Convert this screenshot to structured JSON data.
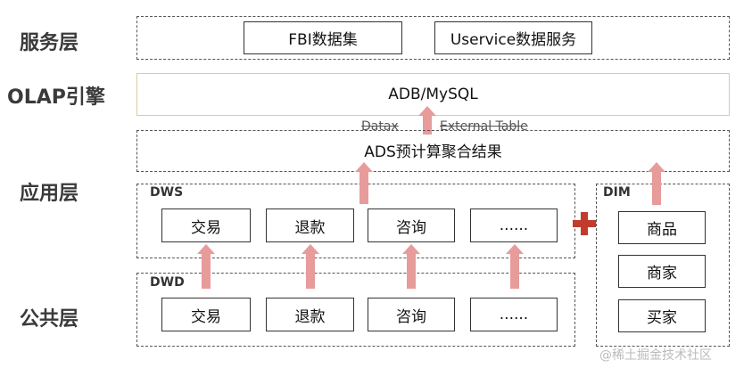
{
  "layers": {
    "service": "服务层",
    "olap": "OLAP引擎",
    "app": "应用层",
    "common": "公共层"
  },
  "service_items": [
    "FBI数据集",
    "Uservice数据服务"
  ],
  "olap_box": "ADB/MySQL",
  "transfer": {
    "left": "Datax",
    "right": "External Table"
  },
  "ads_box": "ADS预计算聚合结果",
  "dws": {
    "label": "DWS",
    "items": [
      "交易",
      "退款",
      "咨询",
      "......"
    ]
  },
  "dwd": {
    "label": "DWD",
    "items": [
      "交易",
      "退款",
      "咨询",
      "......"
    ]
  },
  "dim": {
    "label": "DIM",
    "items": [
      "商品",
      "商家",
      "买家"
    ]
  },
  "watermark": "@稀土掘金技术社区",
  "colors": {
    "arrow": "#e79b9b",
    "plus": "#c23b2c",
    "olap_border": "#e0c9a0"
  }
}
